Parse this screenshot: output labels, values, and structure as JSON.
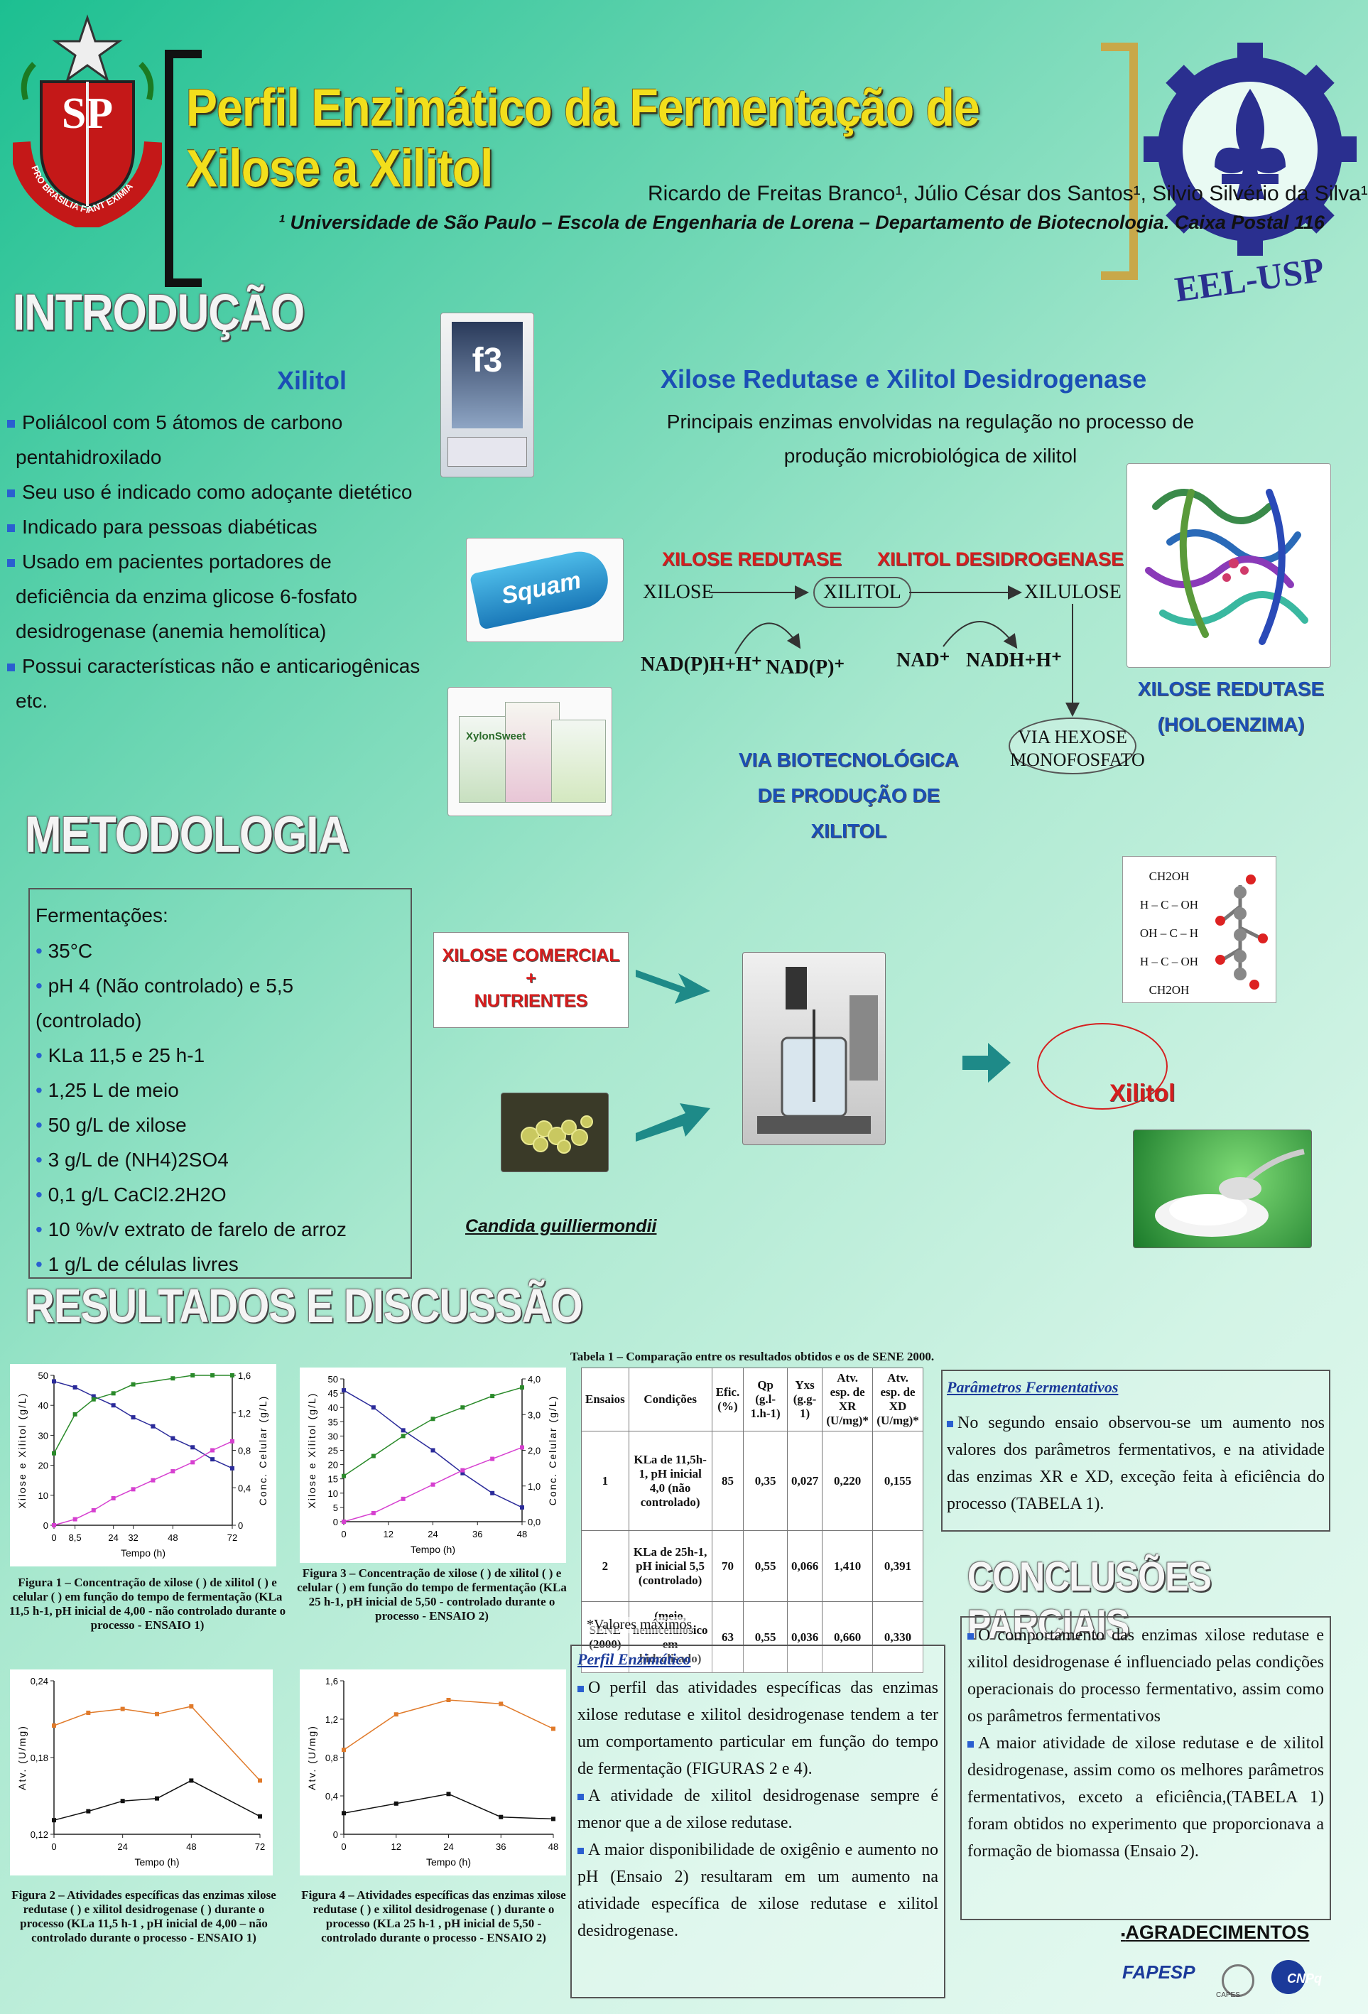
{
  "header": {
    "title": "Perfil Enzimático da Fermentação de Xilose a Xilitol",
    "authors": "Ricardo de Freitas Branco¹, Júlio César dos Santos¹, Silvio Silvério da Silva¹",
    "affiliation": "¹ Universidade de São Paulo – Escola de Engenharia de Lorena – Departamento de Biotecnologia. Caixa Postal 116",
    "logo_left_text": "PRO BRASILIA FIANT EXIMIA",
    "logo_left_letters": "SP",
    "logo_right_text": "EEL-USP"
  },
  "intro": {
    "heading": "INTRODUÇÃO",
    "xilitol_title": "Xilitol",
    "bullets": [
      "Poliálcool com 5 átomos de carbono",
      "pentahidroxilado",
      "Seu uso é indicado como adoçante dietético",
      "Indicado para pessoas diabéticas",
      "Usado em pacientes portadores de",
      "deficiência da enzima glicose 6-fosfato",
      "desidrogenase (anemia hemolítica)",
      "Possui características não e anticariogênicas",
      "etc."
    ],
    "enzymes_title": "Xilose Redutase e Xilitol Desidrogenase",
    "enzymes_desc_1": "Principais enzimas envolvidas na regulação no processo de",
    "enzymes_desc_2": "produção microbiológica de xilitol",
    "product_labels": {
      "gum": "f3",
      "toothpaste": "Squam",
      "sweetener": "XylonSweet"
    }
  },
  "pathway": {
    "enzyme_1": "XILOSE REDUTASE",
    "enzyme_2": "XILITOL DESIDROGENASE",
    "xilose": "XILOSE",
    "xilitol": "XILITOL",
    "xilulose": "XILULOSE",
    "cof_1": "NAD(P)H+H⁺",
    "cof_2": "NAD(P)⁺",
    "cof_3": "NAD⁺",
    "cof_4": "NADH+H⁺",
    "via_hexose_1": "VIA HEXOSE",
    "via_hexose_2": "MONOFOSFATO",
    "via_bio_1": "VIA BIOTECNOLÓGICA",
    "via_bio_2": "DE PRODUÇÃO DE",
    "via_bio_3": "XILITOL",
    "holo_1": "XILOSE REDUTASE",
    "holo_2": "(HOLOENZIMA)"
  },
  "metodologia": {
    "heading": "METODOLOGIA",
    "ferm_title": "Fermentações:",
    "items": [
      "35°C",
      "pH 4 (Não controlado) e 5,5",
      "(controlado)",
      "KLa 11,5 e 25 h-1",
      "1,25 L de meio",
      "50 g/L de xilose",
      "3 g/L de (NH4)2SO4",
      "0,1 g/L CaCl2.2H2O",
      "10 %v/v extrato de farelo de arroz",
      "1 g/L  de células livres"
    ],
    "xilose_comercial": "XILOSE COMERCIAL",
    "plus": "+",
    "nutrientes": "NUTRIENTES",
    "candida": "Candida guilliermondii",
    "xilitol_label": "Xilitol",
    "struct": [
      "CH2OH",
      "H – C – OH",
      "OH – C – H",
      "H – C – OH",
      "CH2OH"
    ]
  },
  "resultados": {
    "heading": "RESULTADOS E DISCUSSÃO",
    "table_caption": "Tabela 1 – Comparação entre os resultados obtidos e os de  SENE 2000.",
    "table_headers": [
      "Ensaios",
      "Condições",
      "Efic. (%)",
      "Qp (g.l-1.h-1)",
      "Yxs (g.g-1)",
      "Atv. esp. de XR (U/mg)*",
      "Atv. esp. de XD (U/mg)*"
    ],
    "table_rows": [
      [
        "1",
        "KLa de 11,5h-1, pH inicial 4,0 (não controlado)",
        "85",
        "0,35",
        "0,027",
        "0,220",
        "0,155"
      ],
      [
        "2",
        "KLa de 25h-1, pH inicial 5,5 (controlado)",
        "70",
        "0,55",
        "0,066",
        "1,410",
        "0,391"
      ],
      [
        "SENE (2000)",
        "(meio, hemicelulósico em hidrolisado)",
        "63",
        "0,55",
        "0,036",
        "0,660",
        "0,330"
      ]
    ],
    "valores": "*Valores máximos",
    "param_title": "Parâmetros Fermentativos",
    "param_text": "No segundo ensaio observou-se um aumento nos valores dos parâmetros fermentativos, e na atividade das enzimas XR e XD, exceção feita à eficiência do processo (TABELA 1).",
    "perfil_title": "Perfil Enzimático",
    "perfil_p1": "O perfil das atividades específicas das enzimas xilose redutase e xilitol desidrogenase tendem a ter um comportamento particular em função do tempo de fermentação (FIGURAS 2 e 4).",
    "perfil_p2": "A atividade de xilitol desidrogenase sempre é menor que a de xilose redutase.",
    "perfil_p3": "A maior disponibilidade de oxigênio e aumento no pH (Ensaio 2) resultaram em um aumento na atividade específica de xilose redutase e xilitol desidrogenase.",
    "fig1_cap": "Figura 1 – Concentração de xilose (  ) de xilitol (  ) e celular (  ) em função do tempo de fermentação (KLa 11,5 h-1, pH inicial de 4,00 - não controlado durante o processo - ENSAIO 1)",
    "fig2_cap": "Figura 2 – Atividades específicas das enzimas xilose redutase (  ) e xilitol desidrogenase (  ) durante o processo (KLa 11,5 h-1 , pH inicial de 4,00 – não controlado durante o processo - ENSAIO 1)",
    "fig3_cap": "Figura 3 – Concentração de xilose (  ) de xilitol (  ) e celular (  ) em função do tempo de fermentação (KLa 25 h-1, pH inicial de 5,50 - controlado durante o processo - ENSAIO 2)",
    "fig4_cap": "Figura 4 – Atividades específicas das enzimas xilose redutase (  ) e xilitol desidrogenase (  ) durante o processo (KLa 25 h-1 , pH inicial de 5,50 - controlado durante o processo - ENSAIO 2)"
  },
  "conclusoes": {
    "heading": "CONCLUSÕES PARCIAIS",
    "p1": "O comportamento das enzimas xilose redutase e xilitol desidrogenase é influenciado pelas condições operacionais do processo fermentativo, assim como os parâmetros fermentativos",
    "p2": "A maior atividade de xilose redutase e de xilitol desidrogenase, assim como os melhores parâmetros fermentativos, exceto a eficiência,(TABELA 1) foram obtidos no experimento que proporcionava a formação de biomassa (Ensaio 2).",
    "agradecimentos": "AGRADECIMENTOS",
    "sponsors": [
      "FAPESP",
      "CAPES",
      "CNPq"
    ]
  },
  "chart_data": [
    {
      "type": "scatter",
      "id": "fig1",
      "ylabel": "Xilose e Xilitol (g/L)",
      "y2label": "Conc. Celular (g/L)",
      "xlabel": "Tempo (h)",
      "x_ticks": [
        "0",
        "8,5",
        "24",
        "32",
        "48",
        "72"
      ],
      "x_tick_values": [
        0,
        8.5,
        24,
        32,
        48,
        72
      ],
      "xlim": [
        0,
        72
      ],
      "ylim": [
        0,
        50
      ],
      "y_ticks": [
        0,
        10,
        20,
        30,
        40,
        50
      ],
      "y2lim": [
        0,
        1.6
      ],
      "y2_ticks": [
        "0",
        "0,4",
        "0,8",
        "1,2",
        "1,6"
      ],
      "series": [
        {
          "x": [
            0,
            8.5,
            16,
            24,
            32,
            40,
            48,
            56,
            64,
            72
          ],
          "y": [
            48,
            46,
            43,
            40,
            36,
            33,
            29,
            26,
            22,
            19
          ],
          "color": "#2b2b9a"
        },
        {
          "x": [
            0,
            8.5,
            16,
            24,
            32,
            40,
            48,
            56,
            64,
            72
          ],
          "y": [
            0,
            2,
            5,
            9,
            12,
            15,
            18,
            21,
            25,
            28
          ],
          "color": "#d640d0"
        },
        {
          "x": [
            0,
            8.5,
            16,
            24,
            32,
            48,
            56,
            64,
            72
          ],
          "y": [
            24,
            37,
            42,
            44,
            47,
            49,
            50,
            50,
            50
          ],
          "color": "#2a8a2a"
        }
      ]
    },
    {
      "type": "scatter",
      "id": "fig3",
      "ylabel": "Xilose e Xilitol (g/L)",
      "y2label": "Conc. Celular (g/L)",
      "xlabel": "Tempo (h)",
      "x_ticks": [
        "0",
        "12",
        "24",
        "36",
        "48"
      ],
      "x_tick_values": [
        0,
        12,
        24,
        36,
        48
      ],
      "xlim": [
        0,
        48
      ],
      "ylim": [
        0,
        50
      ],
      "y_ticks": [
        0,
        5,
        10,
        15,
        20,
        25,
        30,
        35,
        40,
        45,
        50
      ],
      "y2lim": [
        0,
        4
      ],
      "y2_ticks": [
        "0,0",
        "1,0",
        "2,0",
        "3,0",
        "4,0"
      ],
      "series": [
        {
          "x": [
            0,
            8,
            16,
            24,
            32,
            40,
            48
          ],
          "y": [
            46,
            40,
            32,
            25,
            17,
            10,
            5
          ],
          "color": "#2b2b9a"
        },
        {
          "x": [
            0,
            8,
            16,
            24,
            32,
            40,
            48
          ],
          "y": [
            0,
            3,
            8,
            13,
            18,
            22,
            26
          ],
          "color": "#d640d0"
        },
        {
          "x": [
            0,
            8,
            16,
            24,
            32,
            40,
            48
          ],
          "y": [
            16,
            23,
            30,
            36,
            40,
            44,
            47
          ],
          "color": "#2a8a2a"
        }
      ]
    },
    {
      "type": "scatter",
      "id": "fig2",
      "ylabel": "Atv. (U/mg)",
      "xlabel": "Tempo (h)",
      "x_ticks": [
        "0",
        "24",
        "48",
        "72"
      ],
      "x_tick_values": [
        0,
        24,
        48,
        72
      ],
      "xlim": [
        0,
        72
      ],
      "ylim": [
        0.12,
        0.24
      ],
      "y_ticks": [
        "0,12",
        "0,18",
        "0,24"
      ],
      "y_tick_values": [
        0.12,
        0.18,
        0.24
      ],
      "series": [
        {
          "x": [
            0,
            12,
            24,
            36,
            48,
            72
          ],
          "y": [
            0.205,
            0.215,
            0.218,
            0.214,
            0.22,
            0.162
          ],
          "color": "#e07a2a"
        },
        {
          "x": [
            0,
            12,
            24,
            36,
            48,
            72
          ],
          "y": [
            0.131,
            0.138,
            0.146,
            0.148,
            0.162,
            0.134
          ],
          "color": "#111111"
        }
      ]
    },
    {
      "type": "scatter",
      "id": "fig4",
      "ylabel": "Atv. (U/mg)",
      "xlabel": "Tempo (h)",
      "x_ticks": [
        "0",
        "12",
        "24",
        "36",
        "48"
      ],
      "x_tick_values": [
        0,
        12,
        24,
        36,
        48
      ],
      "xlim": [
        0,
        48
      ],
      "ylim": [
        0,
        1.6
      ],
      "y_ticks": [
        "0",
        "0,4",
        "0,8",
        "1,2",
        "1,6"
      ],
      "y_tick_values": [
        0,
        0.4,
        0.8,
        1.2,
        1.6
      ],
      "series": [
        {
          "x": [
            0,
            12,
            24,
            36,
            48
          ],
          "y": [
            0.88,
            1.25,
            1.4,
            1.36,
            1.1
          ],
          "color": "#e07a2a"
        },
        {
          "x": [
            0,
            12,
            24,
            36,
            48
          ],
          "y": [
            0.22,
            0.32,
            0.42,
            0.18,
            0.16
          ],
          "color": "#111111"
        }
      ]
    }
  ]
}
